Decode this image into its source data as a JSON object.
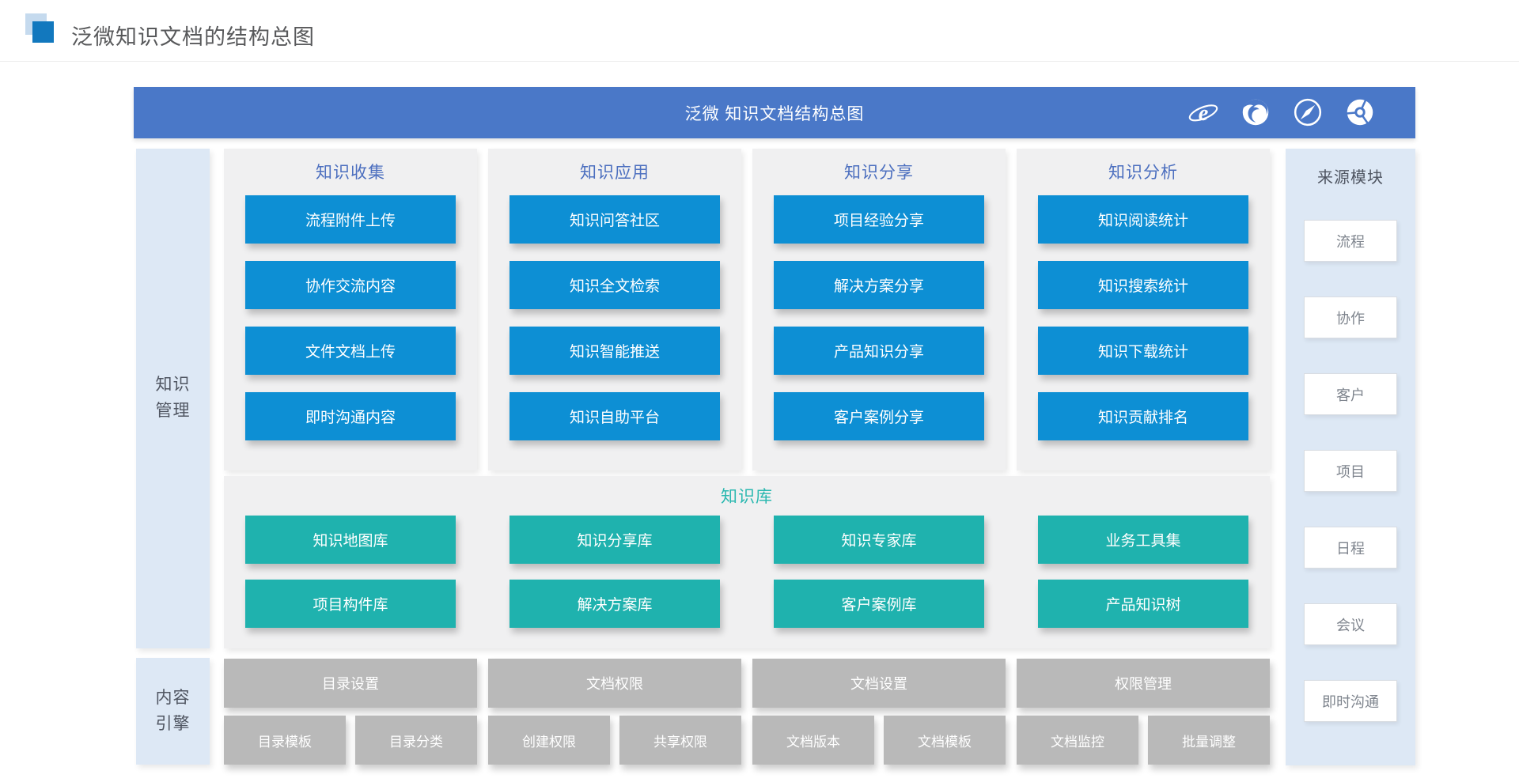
{
  "page": {
    "title": "泛微知识文档的结构总图"
  },
  "banner": {
    "title": "泛微 知识文档结构总图",
    "browser_icons": [
      "ie",
      "firefox",
      "safari",
      "chrome"
    ]
  },
  "left_sidebar": {
    "top_label": "知识\n管理",
    "bottom_label": "内容\n引擎"
  },
  "columns": [
    {
      "header": "知识收集",
      "items": [
        "流程附件上传",
        "协作交流内容",
        "文件文档上传",
        "即时沟通内容"
      ]
    },
    {
      "header": "知识应用",
      "items": [
        "知识问答社区",
        "知识全文检索",
        "知识智能推送",
        "知识自助平台"
      ]
    },
    {
      "header": "知识分享",
      "items": [
        "项目经验分享",
        "解决方案分享",
        "产品知识分享",
        "客户案例分享"
      ]
    },
    {
      "header": "知识分析",
      "items": [
        "知识阅读统计",
        "知识搜索统计",
        "知识下载统计",
        "知识贡献排名"
      ]
    }
  ],
  "knowledge_base": {
    "header": "知识库",
    "row1": [
      "知识地图库",
      "知识分享库",
      "知识专家库",
      "业务工具集"
    ],
    "row2": [
      "项目构件库",
      "解决方案库",
      "客户案例库",
      "产品知识树"
    ]
  },
  "content_engine": {
    "groups": [
      {
        "main": "目录设置",
        "subs": [
          "目录模板",
          "目录分类"
        ]
      },
      {
        "main": "文档权限",
        "subs": [
          "创建权限",
          "共享权限"
        ]
      },
      {
        "main": "文档设置",
        "subs": [
          "文档版本",
          "文档模板"
        ]
      },
      {
        "main": "权限管理",
        "subs": [
          "文档监控",
          "批量调整"
        ]
      }
    ]
  },
  "right_sidebar": {
    "header": "来源模块",
    "items": [
      "流程",
      "协作",
      "客户",
      "项目",
      "日程",
      "会议",
      "即时沟通"
    ]
  },
  "colors": {
    "banner_blue": "#4a78c8",
    "module_blue": "#0d8fd4",
    "module_teal": "#1fb2ae",
    "module_gray": "#b9b9b9",
    "panel_gray": "#f0f0f1",
    "rail_light_blue": "#dde8f5",
    "header_text_blue": "#4c6fbf",
    "header_text_teal": "#2bb8b0",
    "logo_dark_blue": "#1278be",
    "logo_light_blue": "#c5daee"
  }
}
